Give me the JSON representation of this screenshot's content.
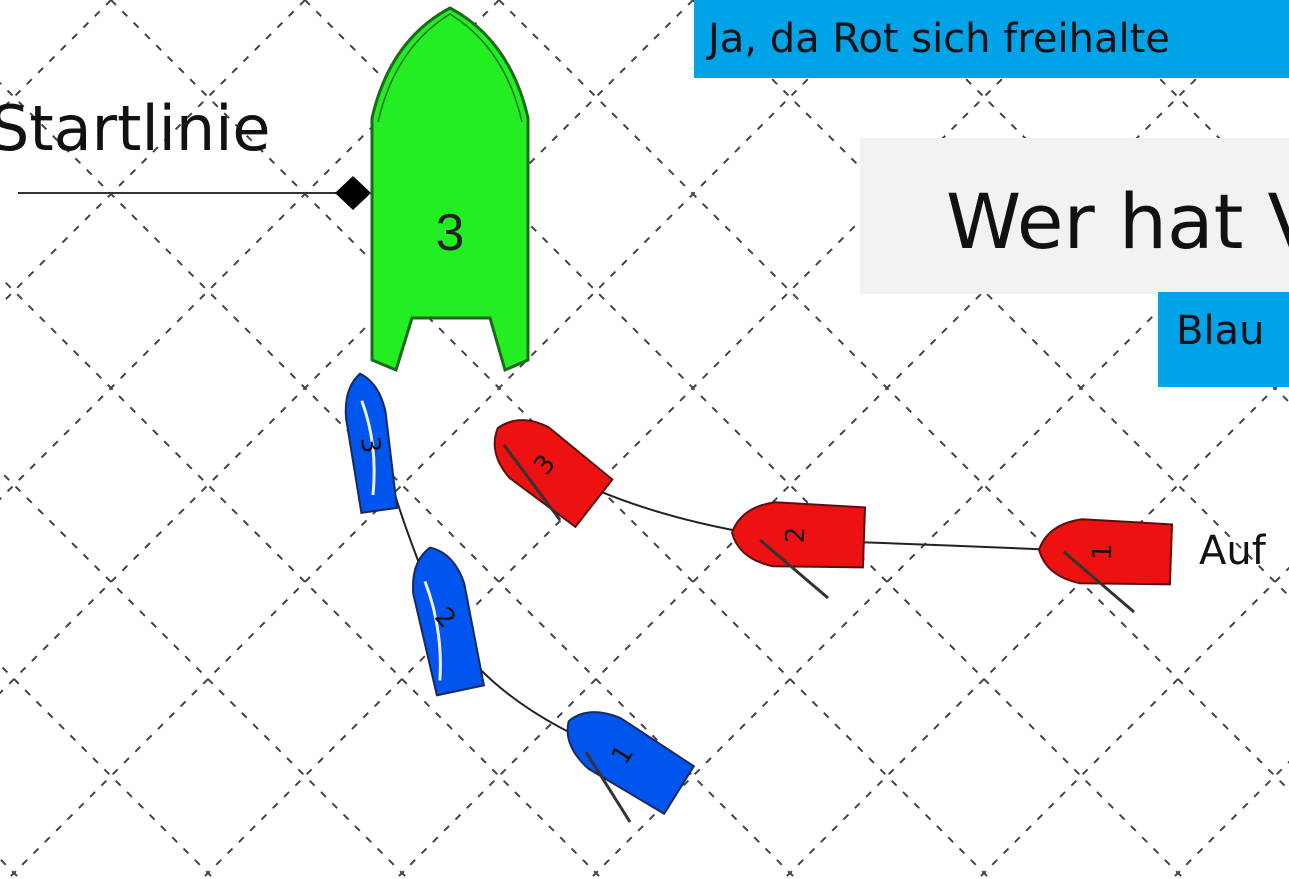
{
  "labels": {
    "answer_top": "Ja, da Rot sich freihalte",
    "question": "Wer hat V",
    "answer_blue": "Blau",
    "startline": "Startlinie",
    "auf": "Auf"
  },
  "committee_boat": {
    "number": "3",
    "color": "#22ee22"
  },
  "blue_boat": {
    "color": "#0055ee",
    "positions": [
      "3",
      "2",
      "1"
    ]
  },
  "red_boat": {
    "color": "#ee1111",
    "positions": [
      "3",
      "2",
      "1"
    ]
  },
  "colors": {
    "label_bg": "#00a2e8",
    "question_bg": "#f2f2f2",
    "grid": "#444444"
  }
}
